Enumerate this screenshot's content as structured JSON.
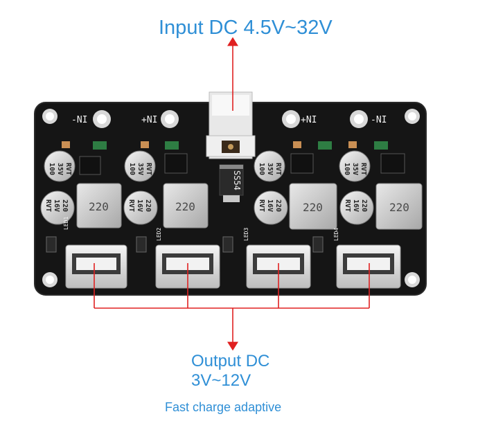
{
  "labels": {
    "input": "Input DC 4.5V~32V",
    "output_line1": "Output DC",
    "output_line2": "3V~12V",
    "adaptive": "Fast charge adaptive"
  },
  "board": {
    "pad_labels": [
      "-NI",
      "+NI",
      "+NI",
      "-NI"
    ],
    "cap_small": [
      "100",
      "35V",
      "RVT"
    ],
    "cap_large": [
      "220",
      "16V",
      "RVT"
    ],
    "inductor": "220",
    "diode": "SS54",
    "leds": [
      "LED1",
      "LED2",
      "LED3",
      "LED4"
    ]
  },
  "colors": {
    "label": "#2f8fd6",
    "arrow": "#e02020",
    "pcb": "#151515"
  }
}
